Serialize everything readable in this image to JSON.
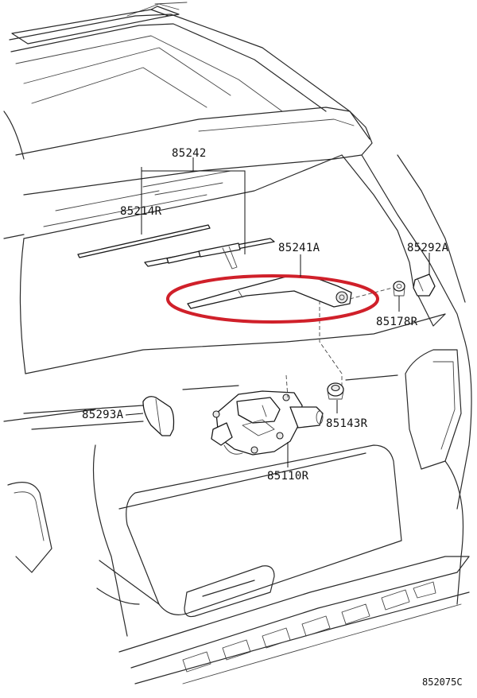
{
  "callouts": {
    "arm_and_blade": "85242",
    "blade_rubber": "85214R",
    "wiper_arm": "85241A",
    "pivot_cap": "85292A",
    "arm_nut_cap": "85178R",
    "cover": "85293A",
    "grommet": "85143R",
    "wiper_motor": "85110R"
  },
  "figure_id": "852075C",
  "colors": {
    "highlight": "#d0202a",
    "line": "#2a2a2a",
    "background": "#ffffff"
  }
}
